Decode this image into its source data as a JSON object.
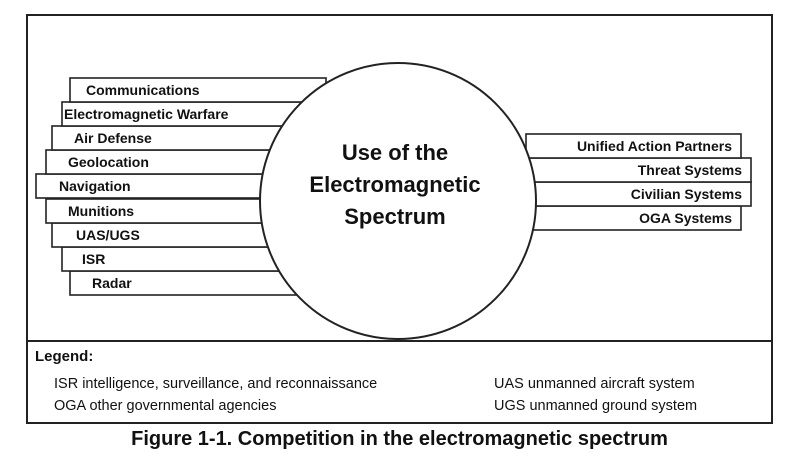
{
  "diagram": {
    "center_label": [
      "Use of the",
      "Electromagnetic",
      "Spectrum"
    ],
    "left_items": [
      "Communications",
      "Electromagnetic Warfare",
      "Air Defense",
      "Geolocation",
      "Navigation",
      "Munitions",
      "UAS/UGS",
      "ISR",
      "Radar"
    ],
    "right_items": [
      "Unified Action Partners",
      "Threat Systems",
      "Civilian Systems",
      "OGA Systems"
    ]
  },
  "legend": {
    "title": "Legend:",
    "entries": {
      "isr": "ISR   intelligence, surveillance, and reconnaissance",
      "uas": "UAS  unmanned aircraft system",
      "oga": "OGA other governmental agencies",
      "ugs": "UGS  unmanned ground system"
    }
  },
  "caption": "Figure 1-1. Competition in the electromagnetic spectrum"
}
